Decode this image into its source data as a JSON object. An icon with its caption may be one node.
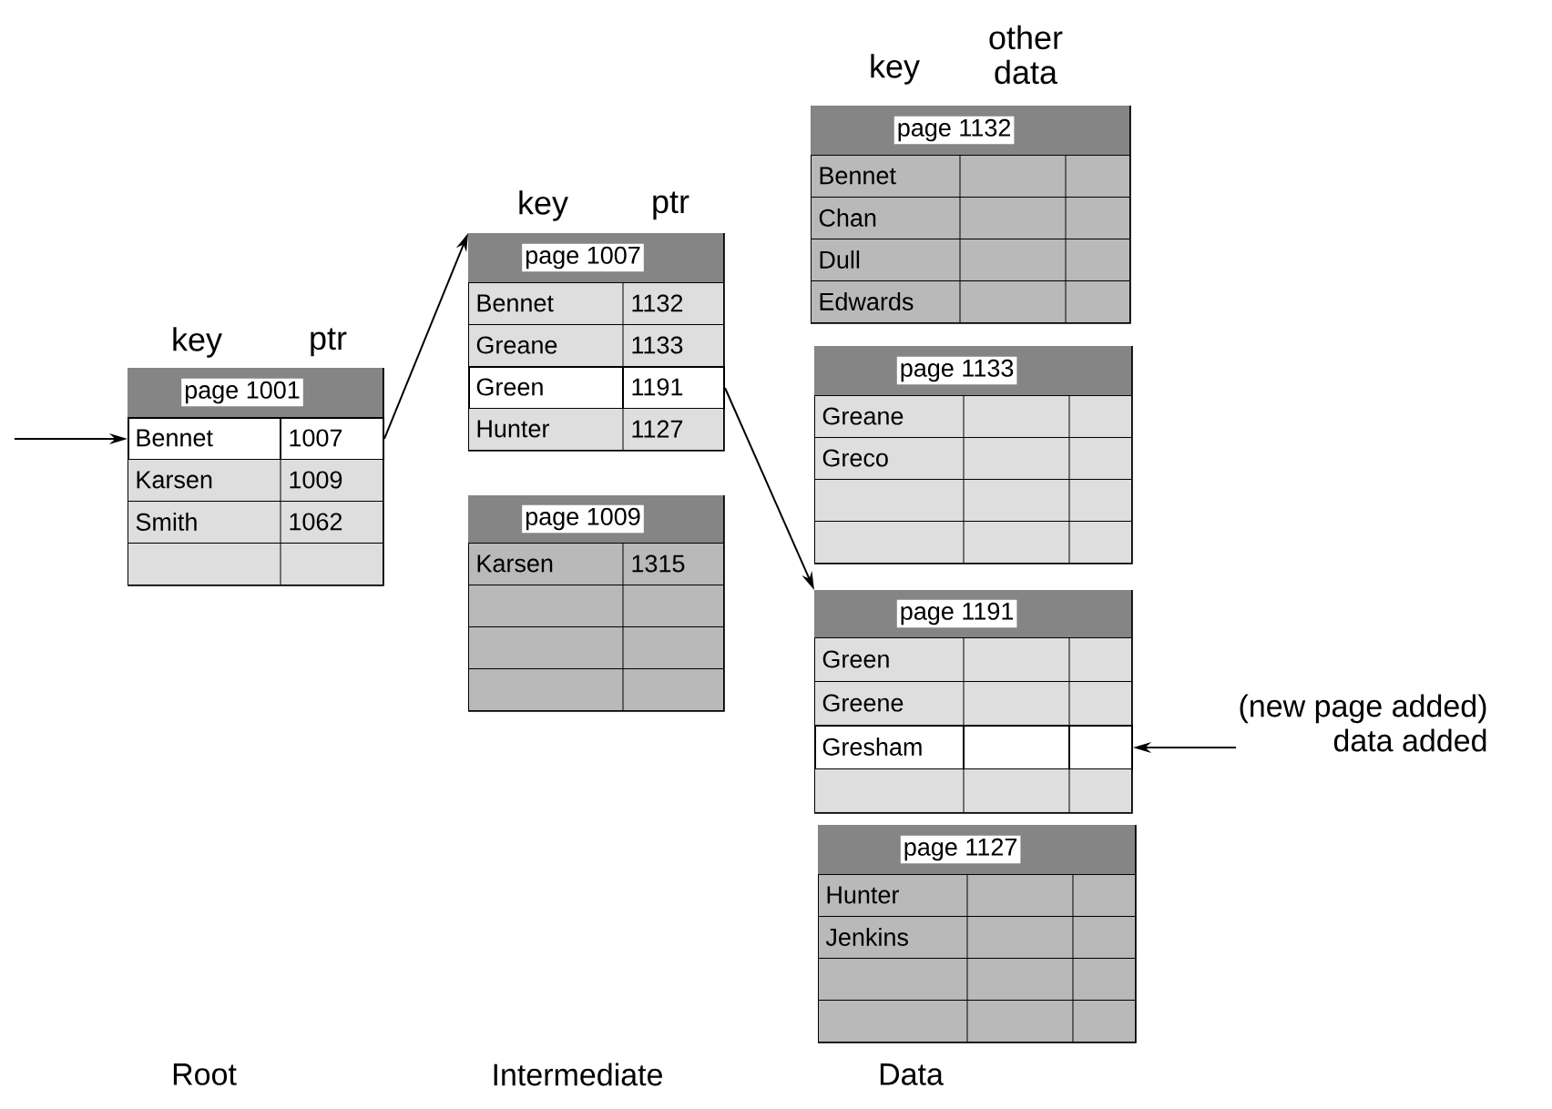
{
  "diagram": {
    "nodes": [
      {
        "text": [
          "page 1001"
        ],
        "beside": [
          "key",
          "ptr"
        ]
      },
      {
        "text": [
          "Bennet",
          "1007"
        ],
        "in": 0
      },
      {
        "text": [
          "Karsen",
          "1009"
        ],
        "in": 0
      },
      {
        "text": [
          "Smith",
          "1062"
        ],
        "in": 0
      },
      {
        "text": [],
        "shape": "box",
        "in": 0
      },
      {
        "text": [
          "page 1007"
        ],
        "beside": [
          "key",
          "ptr"
        ]
      },
      {
        "text": [
          "Bennet",
          "1132"
        ],
        "in": 5
      },
      {
        "text": [
          "Greane",
          "1133"
        ],
        "in": 5
      },
      {
        "text": [
          "Green",
          "1191"
        ],
        "in": 5
      },
      {
        "text": [
          "Hunter",
          "1127"
        ],
        "in": 5
      },
      {
        "text": [
          "page 1009"
        ]
      },
      {
        "text": [
          "Karsen",
          "1315"
        ],
        "in": 10
      },
      {
        "text": [],
        "shape": "box",
        "in": 10
      },
      {
        "text": [],
        "shape": "box",
        "in": 10
      },
      {
        "text": [],
        "shape": "box",
        "in": 10
      },
      {
        "text": [
          "page 1132"
        ],
        "beside": [
          "key",
          "other data"
        ]
      },
      {
        "text": [
          "Bennet"
        ],
        "in": 15
      },
      {
        "text": [
          "Chan"
        ],
        "in": 15
      },
      {
        "text": [
          "Dull"
        ],
        "in": 15
      },
      {
        "text": [
          "Edwards"
        ],
        "in": 15
      },
      {
        "text": [
          "page 1133"
        ]
      },
      {
        "text": [
          "Greane"
        ],
        "in": 20
      },
      {
        "text": [
          "Greco"
        ],
        "in": 20
      },
      {
        "text": [],
        "shape": "box",
        "in": 20
      },
      {
        "text": [],
        "shape": "box",
        "in": 20
      },
      {
        "text": [
          "page 1191"
        ]
      },
      {
        "text": [
          "Green"
        ],
        "in": 25
      },
      {
        "text": [
          "Greene"
        ],
        "in": 25
      },
      {
        "text": [
          "Gresham"
        ],
        "in": 25
      },
      {
        "text": [],
        "shape": "box",
        "in": 25
      },
      {
        "text": [
          "page 1127"
        ]
      },
      {
        "text": [
          "Hunter"
        ],
        "in": 30
      },
      {
        "text": [
          "Jenkins"
        ],
        "in": 30
      },
      {
        "text": [],
        "shape": "box",
        "in": 30
      },
      {
        "text": [],
        "shape": "box",
        "in": 30
      },
      {
        "text": [
          "(new page added)",
          "data added"
        ]
      }
    ],
    "edges": [
      {
        "from": null,
        "to": 1,
        "arrow": "to"
      },
      {
        "from": 1,
        "to": 5,
        "arrow": "to"
      },
      {
        "from": 8,
        "to": 25,
        "arrow": "to"
      },
      {
        "from": 35,
        "to": 28,
        "arrow": "to"
      }
    ],
    "labels": [
      "Root",
      "Intermediate",
      "Data"
    ]
  }
}
